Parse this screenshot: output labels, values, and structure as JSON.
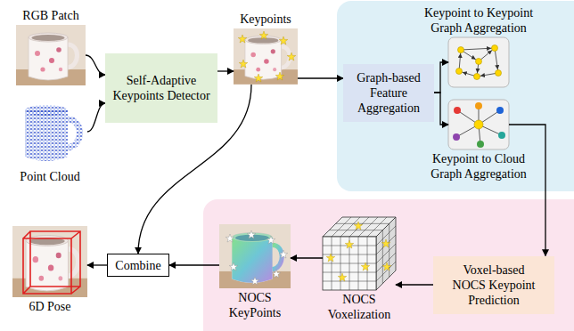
{
  "diagram": {
    "nodes": [
      {
        "text": [
          "RGB Patch"
        ]
      },
      {
        "text": [
          "Point Cloud"
        ]
      },
      {
        "text": [
          "Self-Adaptive Keypoints Detector"
        ]
      },
      {
        "text": [
          "Keypoints"
        ]
      },
      {
        "text": [
          "Graph-based Feature Aggregation"
        ]
      },
      {
        "text": [
          "Keypoint to Keypoint Graph Aggregation"
        ]
      },
      {
        "text": [
          "Keypoint to Cloud Graph Aggregation"
        ]
      },
      {
        "text": [
          "Voxel-based NOCS Keypoint Prediction"
        ]
      },
      {
        "text": [
          "NOCS Voxelization"
        ]
      },
      {
        "text": [
          "NOCS KeyPoints"
        ]
      },
      {
        "text": [
          "Combine"
        ]
      },
      {
        "text": [
          "6D Pose"
        ]
      }
    ],
    "edges": [
      {
        "from": 0,
        "to": 2,
        "arrow": "to"
      },
      {
        "from": 1,
        "to": 2,
        "arrow": "to"
      },
      {
        "from": 2,
        "to": 3,
        "arrow": "to"
      },
      {
        "from": 3,
        "to": 4,
        "arrow": "to"
      },
      {
        "from": 4,
        "to": 5,
        "arrow": "to"
      },
      {
        "from": 4,
        "to": 6,
        "arrow": "to"
      },
      {
        "from": 6,
        "to": 7,
        "arrow": "to"
      },
      {
        "from": 7,
        "to": 8,
        "arrow": "to"
      },
      {
        "from": 8,
        "to": 9,
        "arrow": "to"
      },
      {
        "from": 9,
        "to": 10,
        "arrow": "to"
      },
      {
        "from": 3,
        "to": 10,
        "arrow": "to"
      },
      {
        "from": 10,
        "to": 11,
        "arrow": "to"
      }
    ]
  }
}
